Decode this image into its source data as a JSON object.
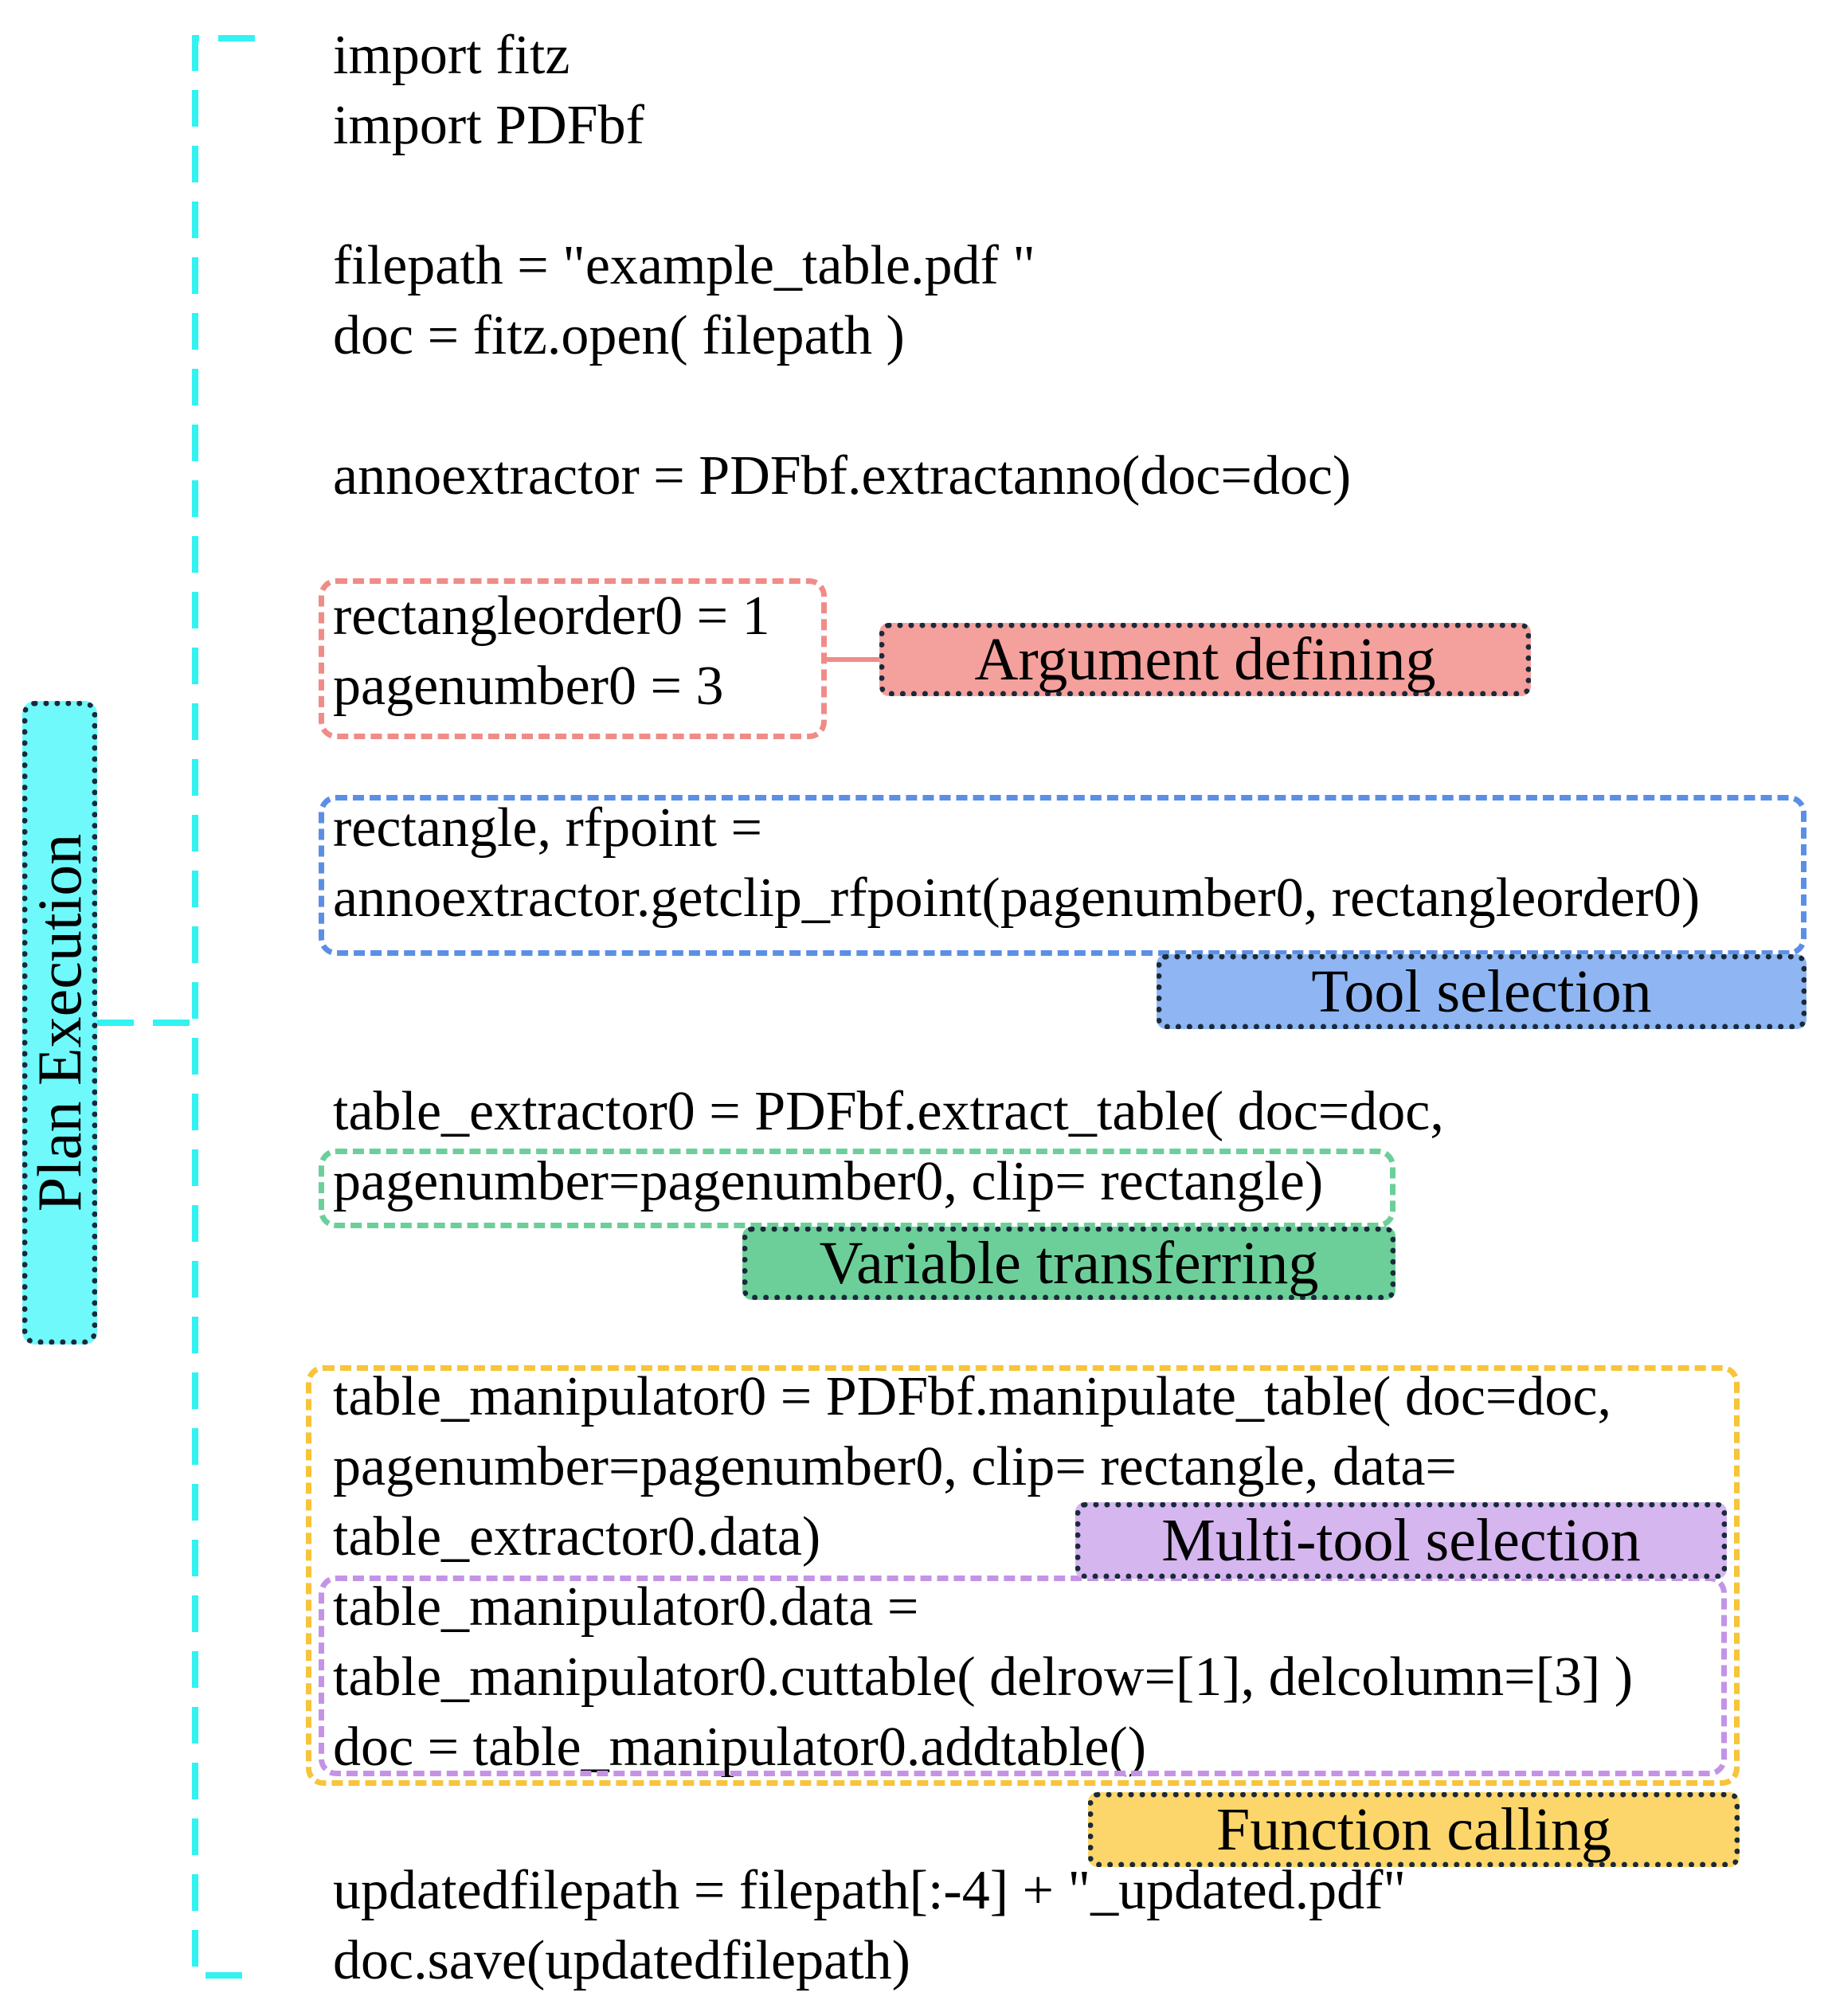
{
  "plan_label": "Plan Execution",
  "code_lines": [
    "import fitz",
    "import PDFbf",
    "filepath = \"example_table.pdf \"",
    "doc = fitz.open( filepath )",
    "annoextractor = PDFbf.extractanno(doc=doc)",
    "rectangleorder0 = 1",
    "pagenumber0 = 3",
    "rectangle, rfpoint =",
    "annoextractor.getclip_rfpoint(pagenumber0, rectangleorder0)",
    "table_extractor0 = PDFbf.extract_table( doc=doc,",
    "pagenumber=pagenumber0, clip= rectangle)",
    "table_manipulator0 = PDFbf.manipulate_table( doc=doc,",
    "pagenumber=pagenumber0, clip= rectangle, data=",
    "table_extractor0.data)",
    "table_manipulator0.data =",
    "table_manipulator0.cuttable( delrow=[1], delcolumn=[3] )",
    "doc = table_manipulator0.addtable()",
    "updatedfilepath = filepath[:-4] + \"_updated.pdf\"",
    "doc.save(updatedfilepath)"
  ],
  "annotations": {
    "argument_defining": "Argument defining",
    "tool_selection": "Tool selection",
    "variable_transferring": "Variable transferring",
    "multi_tool_selection": "Multi-tool selection",
    "function_calling": "Function calling"
  },
  "colors": {
    "plan": "#6ff9fb",
    "bracket": "#33f2f2",
    "argument": "#f4a09c",
    "argument_border": "#f08c88",
    "tool": "#8fb6f2",
    "tool_border": "#5b8fe6",
    "variable": "#6ccf99",
    "variable_border": "#6ccf99",
    "multi_tool": "#d5b6ef",
    "multi_tool_border": "#c493e6",
    "function": "#fcd66b",
    "function_border": "#f7c43a"
  }
}
